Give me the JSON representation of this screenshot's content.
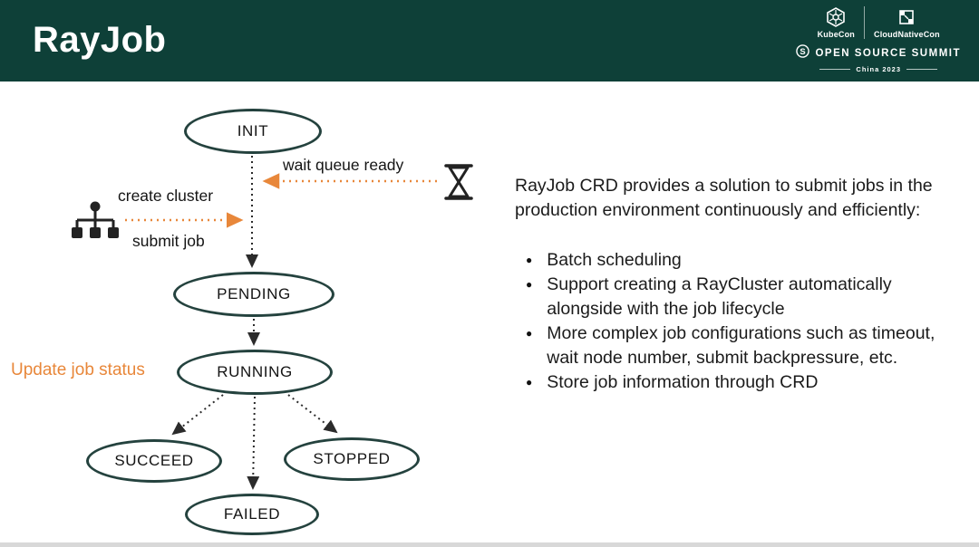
{
  "header": {
    "title": "RayJob",
    "brand": {
      "kubecon": "KubeCon",
      "cloudnativecon": "CloudNativeCon",
      "summit": "OPEN SOURCE SUMMIT",
      "location": "China 2023"
    }
  },
  "diagram": {
    "nodes": {
      "init": "INIT",
      "pending": "PENDING",
      "running": "RUNNING",
      "succeed": "SUCCEED",
      "stopped": "STOPPED",
      "failed": "FAILED"
    },
    "annotations": {
      "wait_queue": "wait queue ready",
      "create_cluster": "create cluster",
      "submit_job": "submit job",
      "update_status": "Update job status"
    },
    "icons": [
      "hourglass-icon",
      "cluster-icon"
    ]
  },
  "content": {
    "intro": "RayJob CRD provides a solution to submit jobs in the production environment continuously and efficiently:",
    "bullets": [
      "Batch scheduling",
      "Support creating a RayCluster automatically alongside with the job lifecycle",
      "More complex job configurations such as timeout, wait node number, submit backpressure, etc.",
      "Store job information through CRD"
    ]
  },
  "colors": {
    "header_bg": "#0e4038",
    "accent_orange": "#e8873a",
    "node_border": "#24423e"
  }
}
